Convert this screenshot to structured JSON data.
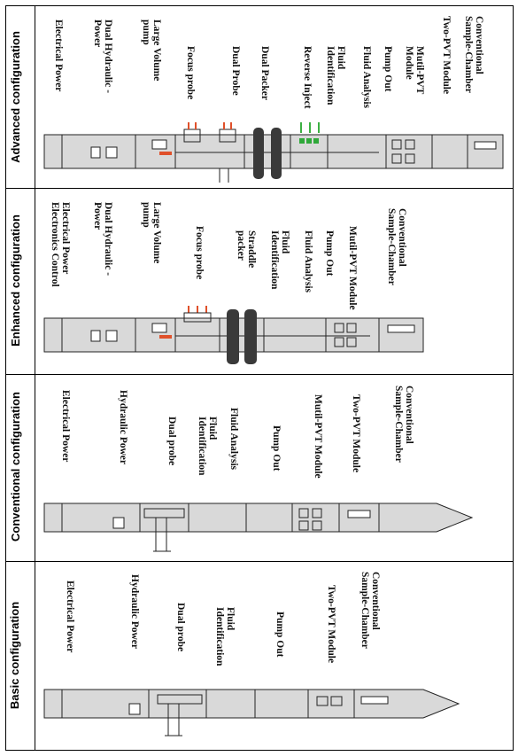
{
  "panels": [
    {
      "title": "Advanced configuration",
      "modules": [
        "Electrical Power",
        "Dual Hydraulic -\nPower",
        "Large Volume\npump",
        "Focus probe",
        "Dual Probe",
        "Dual Packer",
        "Reverse Inject",
        "Fluid\nIdentification",
        "Fluid Analysis",
        "Pump Out",
        "Mutil-PVT\nModule",
        "Two-PVT Module",
        "Conventional\nSample-Chamber"
      ]
    },
    {
      "title": "Enhanced configuration",
      "modules": [
        "Electrical Power\nElectronics Control",
        "Dual Hydraulic -\nPower",
        "Large Volume\npump",
        "Focus probe",
        "Straddle\npacker",
        "Fluid\nIdentification",
        "Fluid Analysis",
        "Pump Out",
        "Mutil-PVT  Module",
        "Conventional\nSample-Chamber"
      ]
    },
    {
      "title": "Conventional configuration",
      "modules": [
        "Electrical Power",
        "Hydraulic Power",
        "Dual probe",
        "Fluid\nIdentification",
        "Fluid Analysis",
        "Pump Out",
        "Mutil-PVT Module",
        "Two-PVT Module",
        "Conventional\nSample-Chamber"
      ]
    },
    {
      "title": "Basic configuration",
      "modules": [
        "Electrical Power",
        "Hydraulic Power",
        "Dual probe",
        "Fluid\nIdentification",
        "Pump Out",
        "Two-PVT Module",
        "Conventional\nSample-Chamber"
      ]
    }
  ],
  "colors": {
    "tool_body": "#d9d9d9",
    "tool_line": "#222222",
    "packer": "#3a3a3a",
    "focus_arrow": "#e0502a",
    "inject_arrow": "#3cb043",
    "inject_block": "#2fa83a"
  }
}
